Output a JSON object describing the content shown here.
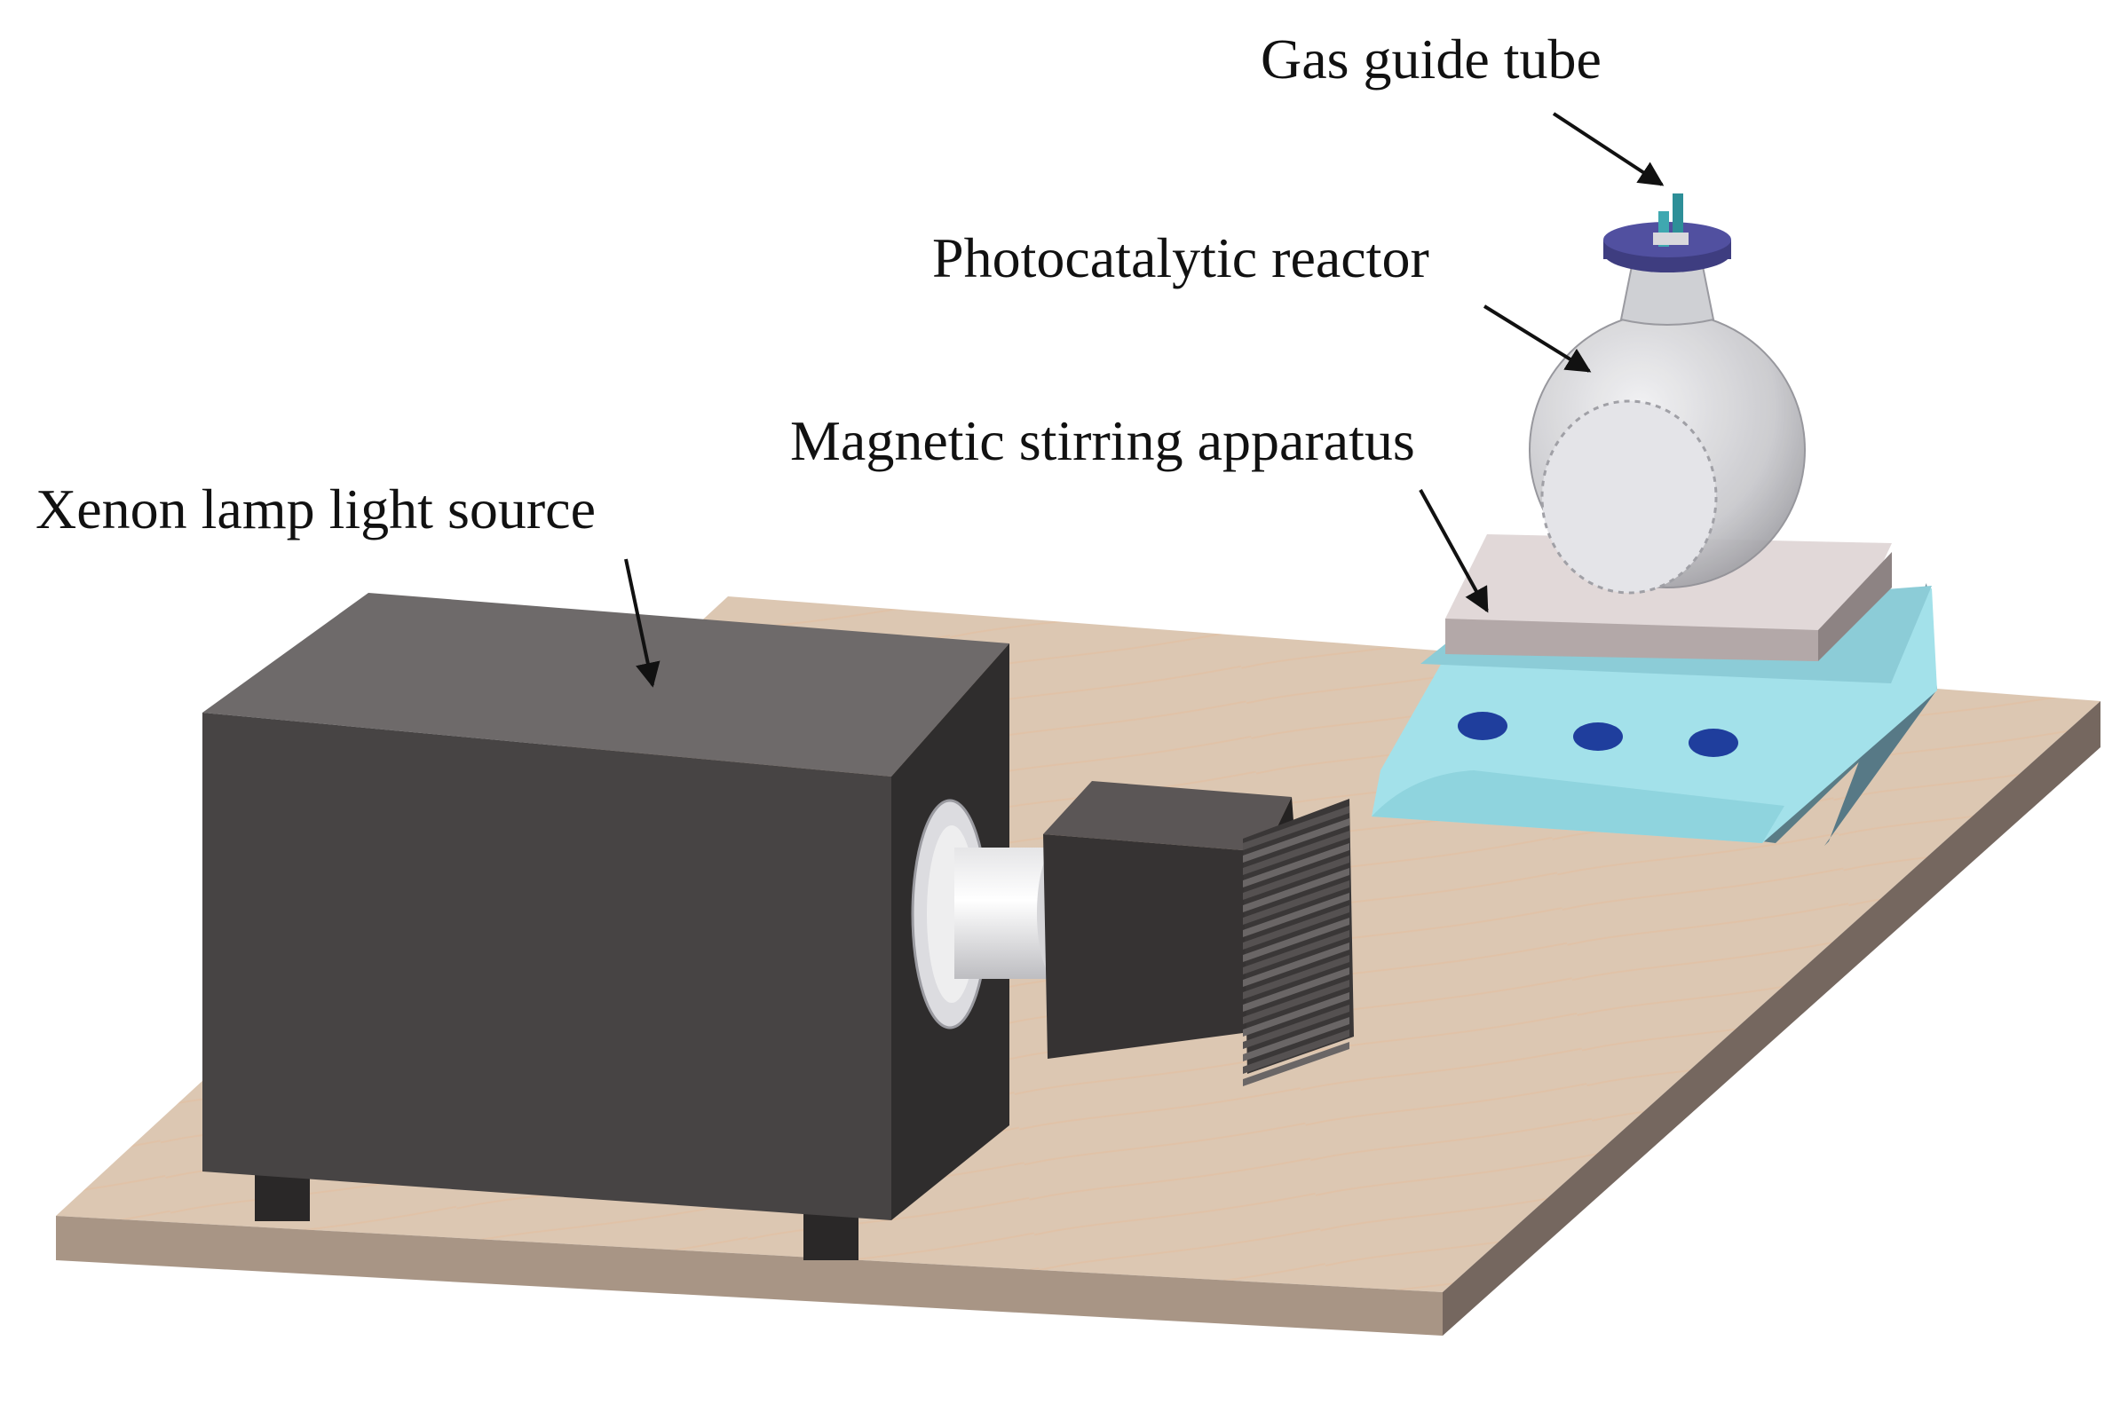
{
  "labels": {
    "gas_tube": "Gas guide tube",
    "reactor": "Photocatalytic reactor",
    "stirrer": "Magnetic stirring apparatus",
    "lamp": "Xenon lamp light source"
  },
  "colors": {
    "board_top": "#dcc7b2",
    "board_edge_front": "#a89585",
    "board_edge_side": "#75675f",
    "lamp_front": "#474444",
    "lamp_top": "#6e6a6a",
    "lamp_side": "#2f2d2d",
    "stirrer_body": "#a3e1ea",
    "stirrer_side": "#5a7c86",
    "stirrer_plate": "#e1d8d8",
    "knob": "#1f3e9d",
    "flask_glass": "#c8c8cc",
    "cap": "#3e3d80",
    "tube": "#3fa8b0",
    "arrow": "#111111"
  }
}
